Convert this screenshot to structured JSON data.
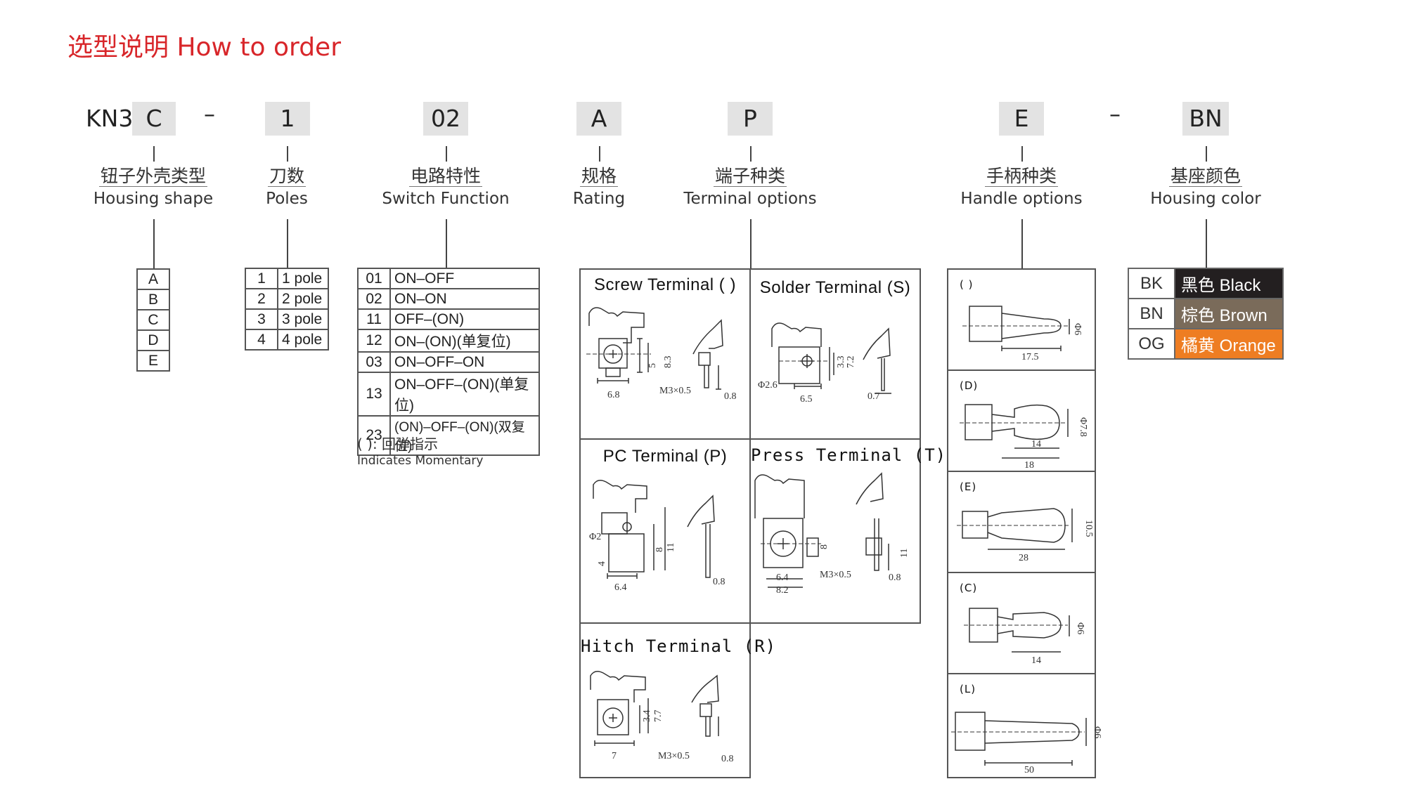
{
  "title": "选型说明 How to order",
  "code": {
    "prefix": "KN3",
    "housing": "C",
    "poles": "1",
    "function": "02",
    "rating": "A",
    "terminal": "P",
    "handle": "E",
    "color": "BN",
    "dash": "–"
  },
  "labels": {
    "housing": {
      "cn": "钮子外壳类型",
      "en": "Housing shape"
    },
    "poles": {
      "cn": "刀数",
      "en": "Poles"
    },
    "function": {
      "cn": "电路特性",
      "en": "Switch Function"
    },
    "rating": {
      "cn": "规格",
      "en": "Rating"
    },
    "terminal": {
      "cn": "端子种类",
      "en": "Terminal options"
    },
    "handle": {
      "cn": "手柄种类",
      "en": "Handle options"
    },
    "color": {
      "cn": "基座颜色",
      "en": "Housing color"
    }
  },
  "housing_options": [
    "A",
    "B",
    "C",
    "D",
    "E"
  ],
  "pole_options": [
    {
      "code": "1",
      "label": "1 pole"
    },
    {
      "code": "2",
      "label": "2 pole"
    },
    {
      "code": "3",
      "label": "3 pole"
    },
    {
      "code": "4",
      "label": "4 pole"
    }
  ],
  "function_options": [
    {
      "code": "01",
      "label": "ON–OFF"
    },
    {
      "code": "02",
      "label": "ON–ON"
    },
    {
      "code": "11",
      "label": "OFF–(ON)"
    },
    {
      "code": "12",
      "label": "ON–(ON)(单复位)"
    },
    {
      "code": "03",
      "label": "ON–OFF–ON"
    },
    {
      "code": "13",
      "label": "ON–OFF–(ON)(单复位)"
    },
    {
      "code": "23",
      "label": "(ON)–OFF–(ON)(双复位)"
    }
  ],
  "momentary_note": {
    "cn": "(    ): 回弹指示",
    "en": "Indicates Momentary"
  },
  "terminals": {
    "screw": {
      "title": "Screw Terminal ( )",
      "dims": [
        "6.8",
        "M3×0.5",
        "5",
        "8.3",
        "0.8"
      ]
    },
    "solder": {
      "title": "Solder Terminal (S)",
      "dims": [
        "Φ2.6",
        "6.5",
        "3.3",
        "7.2",
        "0.7"
      ]
    },
    "pc": {
      "title": "PC Terminal (P)",
      "dims": [
        "Φ2",
        "6.4",
        "4",
        "8",
        "11",
        "0.8"
      ]
    },
    "press": {
      "title": "Press Terminal (T)",
      "dims": [
        "6.4",
        "8.2",
        "M3×0.5",
        "8",
        "11",
        "0.8"
      ]
    },
    "hitch": {
      "title": "Hitch Terminal (R)",
      "dims": [
        "7",
        "M3×0.5",
        "3.4",
        "7.7",
        "0.8"
      ]
    }
  },
  "handles": [
    {
      "code": "( )",
      "len": "17.5",
      "dia": "Φ6"
    },
    {
      "code": "(D)",
      "len": "14",
      "len2": "18",
      "dia": "Φ7.8"
    },
    {
      "code": "(E)",
      "len": "28",
      "dia": "10.5"
    },
    {
      "code": "(C)",
      "len": "14",
      "dia": "Φ6"
    },
    {
      "code": "(L)",
      "len": "50",
      "dia": "Φ6"
    }
  ],
  "colors": [
    {
      "code": "BK",
      "label": "黑色 Black",
      "bg": "#231f20",
      "fg": "#ffffff"
    },
    {
      "code": "BN",
      "label": "棕色 Brown",
      "bg": "#7a6b5a",
      "fg": "#ffffff"
    },
    {
      "code": "OG",
      "label": "橘黄 Orange",
      "bg": "#ee7d22",
      "fg": "#ffffff"
    }
  ]
}
